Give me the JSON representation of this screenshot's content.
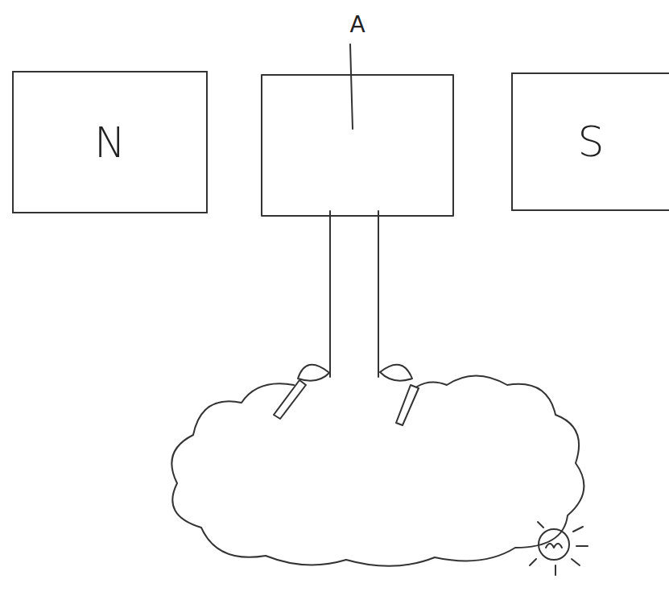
{
  "diagram": {
    "nodes": [
      {
        "text": [
          "N"
        ]
      },
      {
        "text": [
          "S"
        ]
      }
    ],
    "labels": [
      "A"
    ]
  }
}
